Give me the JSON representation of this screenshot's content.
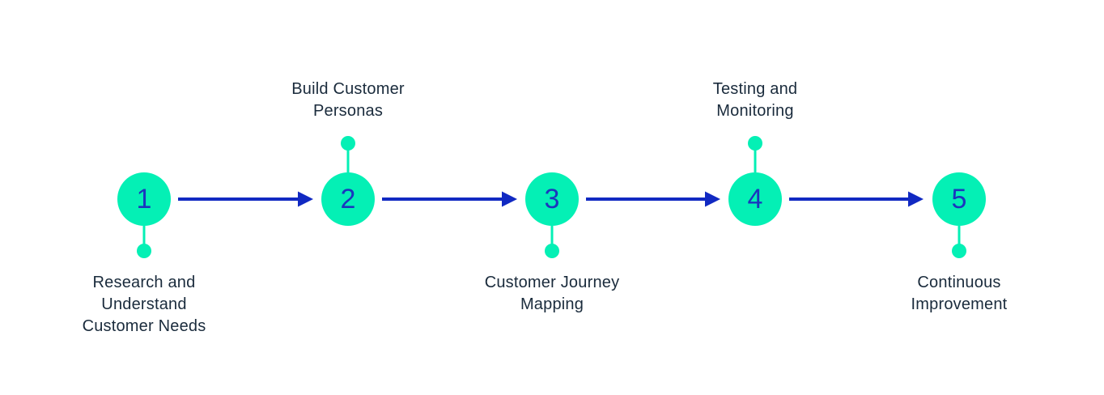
{
  "diagram": {
    "type": "process-flow",
    "step_count": 5,
    "orientation": "horizontal"
  },
  "steps": [
    {
      "number": "1",
      "label": "Research and Understand Customer Needs",
      "label_position": "below"
    },
    {
      "number": "2",
      "label": "Build Customer Personas",
      "label_position": "above"
    },
    {
      "number": "3",
      "label": "Customer Journey Mapping",
      "label_position": "below"
    },
    {
      "number": "4",
      "label": "Testing and Monitoring",
      "label_position": "above"
    },
    {
      "number": "5",
      "label": "Continuous Improvement",
      "label_position": "below"
    }
  ],
  "colors": {
    "circle_fill": "#04F0B5",
    "number_text": "#1B36BE",
    "arrow": "#1129C2",
    "label_text": "#1A2B3C",
    "background": "#FFFFFF"
  }
}
